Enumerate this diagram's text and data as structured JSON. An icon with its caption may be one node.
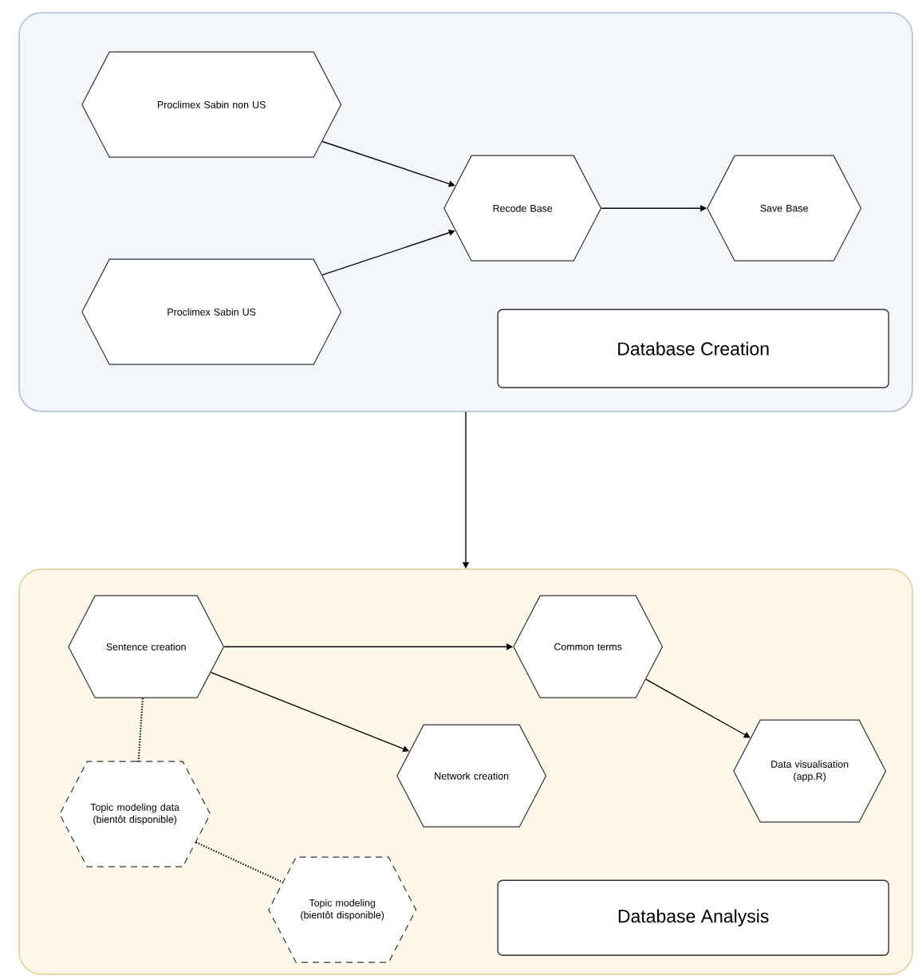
{
  "diagram": {
    "nodes": [
      {
        "text": [],
        "shape": "box"
      },
      {
        "text": [
          "Proclimex Sabin non US"
        ],
        "in": 0
      },
      {
        "text": [
          "Proclimex Sabin US"
        ],
        "in": 0
      },
      {
        "text": [
          "Recode Base"
        ],
        "in": 0
      },
      {
        "text": [
          "Save Base"
        ],
        "in": 0
      },
      {
        "text": [
          "Database Creation"
        ],
        "in": 0
      },
      {
        "text": [],
        "shape": "box"
      },
      {
        "text": [
          "Sentence creation"
        ],
        "in": 6
      },
      {
        "text": [
          "Common terms"
        ],
        "in": 6
      },
      {
        "text": [
          "Network creation"
        ],
        "in": 6
      },
      {
        "text": [
          "Data visualisation (app.R)"
        ],
        "in": 6
      },
      {
        "text": [
          "Topic modeling data (bientôt disponible)"
        ],
        "in": 6
      },
      {
        "text": [
          "Topic modeling (bientôt disponible)"
        ],
        "in": 6
      },
      {
        "text": [
          "Database Analysis"
        ],
        "in": 6
      }
    ],
    "edges": [
      {
        "from": 1,
        "to": 3,
        "arrow": "to"
      },
      {
        "from": 2,
        "to": 3,
        "arrow": "to"
      },
      {
        "from": 3,
        "to": 4,
        "arrow": "to"
      },
      {
        "from": 0,
        "to": 6,
        "arrow": "to"
      },
      {
        "from": 7,
        "to": 8,
        "arrow": "to"
      },
      {
        "from": 8,
        "to": 10,
        "arrow": "to"
      },
      {
        "from": 7,
        "to": 9,
        "arrow": "to"
      },
      {
        "from": 7,
        "to": 11,
        "arrow": "none",
        "style": "dashed"
      },
      {
        "from": 11,
        "to": 12,
        "arrow": "none",
        "style": "dashed"
      }
    ]
  }
}
